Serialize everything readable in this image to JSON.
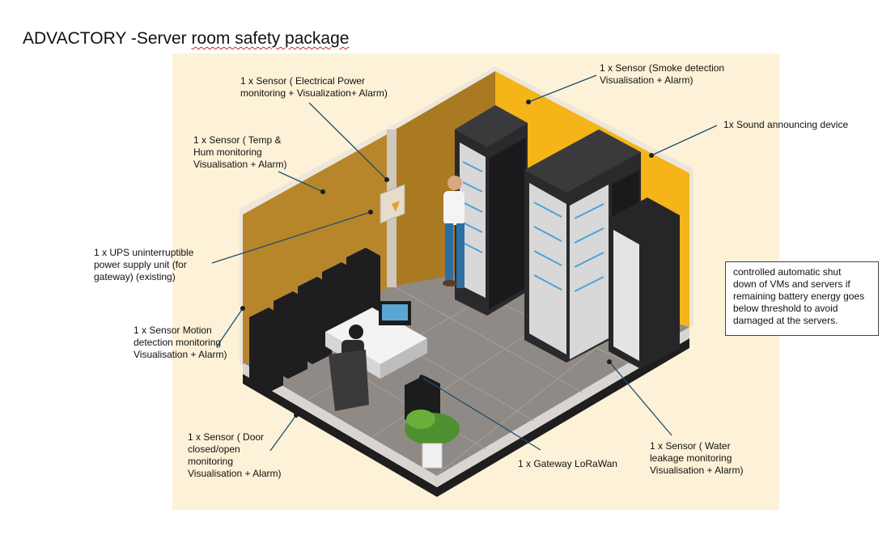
{
  "title": {
    "prefix": "ADVACTORY -Server ",
    "underlined": "room safety package"
  },
  "labels": {
    "electrical": [
      "1 x Sensor ( Electrical Power",
      "monitoring + Visualization+ Alarm)"
    ],
    "smoke": [
      "1 x Sensor (Smoke detection",
      "Visualisation + Alarm)"
    ],
    "sound": [
      "1x Sound announcing device"
    ],
    "temp": [
      "1 x Sensor ( Temp &",
      "Hum monitoring",
      "Visualisation + Alarm)"
    ],
    "ups": [
      "1 x UPS uninterruptible",
      "power supply unit (for",
      "gateway) (existing)"
    ],
    "motion": [
      "1 x Sensor Motion",
      "detection monitoring",
      "Visualisation + Alarm)"
    ],
    "door": [
      "1 x Sensor ( Door",
      "closed/open",
      "monitoring",
      "Visualisation + Alarm)"
    ],
    "gateway": [
      "1 x Gateway LoRaWan"
    ],
    "water": [
      "1 x Sensor ( Water",
      "leakage monitoring",
      "Visualisation + Alarm)"
    ]
  },
  "note": [
    "controlled automatic shut",
    "down of VMs and servers if",
    "remaining battery energy goes",
    "below threshold to avoid",
    "damaged at the servers."
  ],
  "colors": {
    "panel_bg": "#fdf2d7",
    "left_wall": "#b8862a",
    "back_wall": "#a97a22",
    "right_wall": "#f5b418",
    "floor": "#8f8a85",
    "leader": "#1e4e6e",
    "rack": "#2a2a2c"
  }
}
